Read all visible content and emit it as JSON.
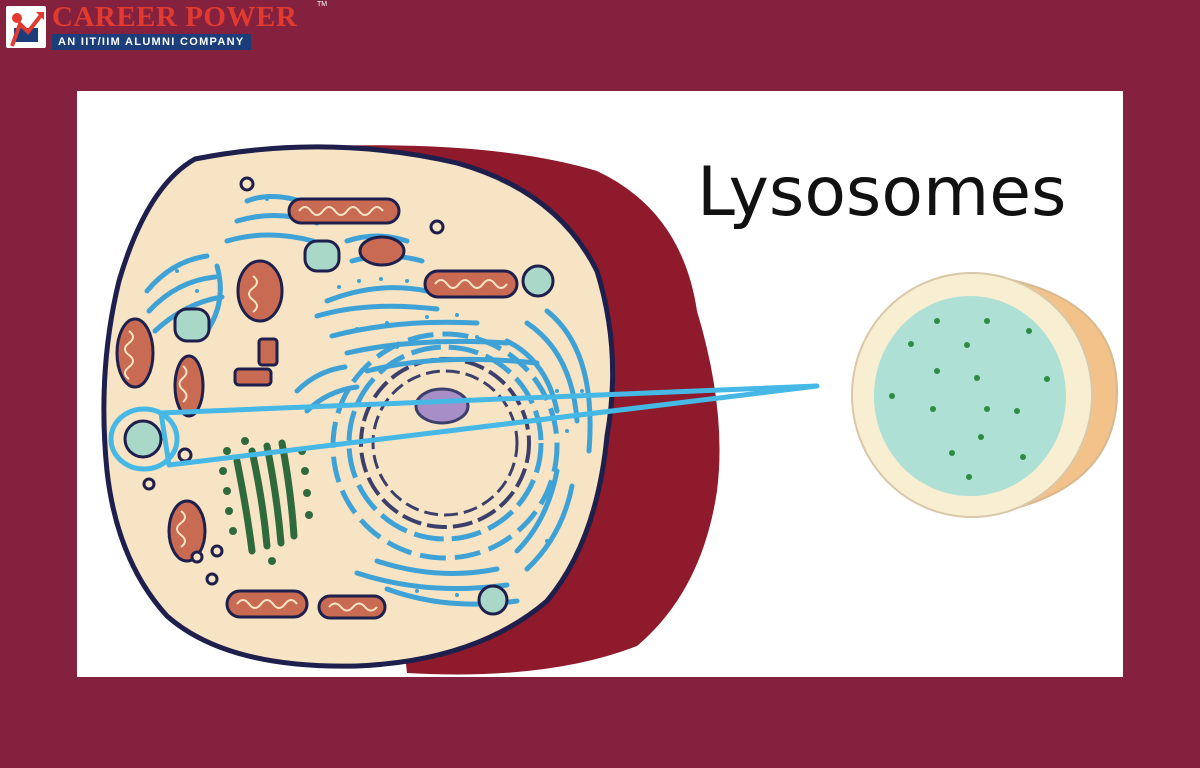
{
  "logo": {
    "title": "CAREER POWER",
    "tagline": "AN IIT/IIM ALUMNI COMPANY",
    "trademark": "TM"
  },
  "diagram": {
    "heading": "Lysosomes"
  },
  "colors": {
    "background": "#84213f",
    "cell_cytoplasm": "#f7e4c4",
    "cell_outline": "#1e1f4d",
    "cell_shadow": "#8e1a2c",
    "er": "#3fa2d6",
    "golgi": "#2f6a3c",
    "mitochondria": "#c86b52",
    "nucleolus": "#a88ec6",
    "callout": "#45b8e6",
    "lysosome_interior": "#aee0d6",
    "lysosome_rim": "#f8eed2",
    "lysosome_side": "#f2c28a",
    "enzyme_dots": "#2f8a44"
  }
}
